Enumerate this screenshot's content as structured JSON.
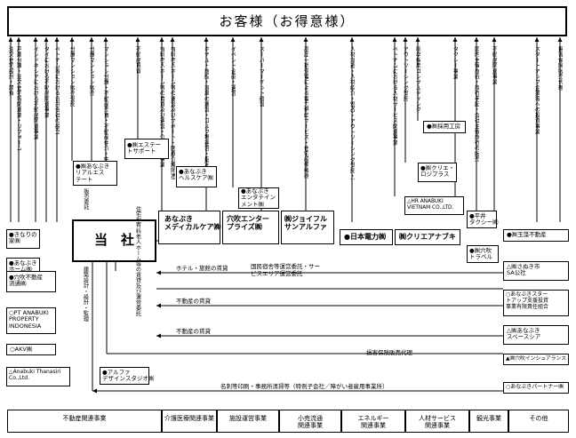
{
  "title": "お客様（お得意様）",
  "hq": "当　社",
  "companies": {
    "medical": "あなぶき\nメディカルケア㈱",
    "enter": "穴吹エンター\nプライズ㈱",
    "joyful": "㈱ジョイフル\nサンアルファ",
    "energy": "●日本電力㈱",
    "create": "㈱クリエアナブキ",
    "real": "●㈱あなぶき\nリアルエス\nテート",
    "estate": "●㈱エステー\nトサポート",
    "heal": "●あなぶき\nヘルスケア㈱",
    "ent": "●あなぶき\nエンタテイン\nメント㈱",
    "logi": "●㈱クリエ・\nロジプラス",
    "kobo": "●㈱採用工房",
    "hr": "△HR ANABUKI\nVIETNAM CO.,LTD.",
    "taxi": "●平井\nタクシー㈱",
    "travel": "●㈱穴吹\nトラベル",
    "kinari": "●きなりの\n家㈱",
    "home": "●あなぶき\nホーム㈱",
    "ryutsu": "●穴吹不動産\n流通㈱",
    "indo": "○PT ANABUKI\nPROPERTY\nINDONESIA",
    "akv": "○AKV㈱",
    "thai": "△Anabuki Thanasiri\nCo.,Ltd.",
    "alpha": "●アルファ\nデザインスタジオ㈱",
    "tamahoh": "●㈱玉藻不動産",
    "sanuki": "△㈱さぬき市\nSA公社",
    "startup": "○あなぶきスター\nトアップ支援投資\n事業有限責任組合",
    "space": "△㈱あなぶき\nスペースシア",
    "insurance": "▲㈱穴吹インシュアランス",
    "partner": "○あなぶきパートナー㈱"
  },
  "top_labels": [
    "注文住宅設計・請負",
    "戸建分譲・注文住宅等関連業・リフォーム",
    "インドネシアにおける不動産関連事業",
    "タイにおける不動産関連事業",
    "ベトナム等における合弁会社の設立",
    "分譲マンション販売受託",
    "分譲マンション販売",
    "マンション分譲・不動産売買・不動産仲介・中古マンション買取再販・有料老人ホーム等の賃貸",
    "不動産賃貸",
    "有料老人ホーム等の賃貸及び運営・介護関連事業",
    "有料老人ホーム等の運営及びサポート・医療介護関連事業所の企画運営",
    "ホテル・旅館・温泉の運営・ゴルフ場運営・指定管理者制度による施設の運営・旅館運営・スーパー・コンビニ等の運営・専門店運営事業",
    "イベント企画・運営",
    "スーパーマーケット経営",
    "高圧一括受電による電力供給サービス・住宅設備機器のリース等",
    "人材派遣・人材紹介・BPO・アウトソーシング受託・就職支援・研修・コンサルティング等",
    "ベトナムにおける人材サービス関連事業",
    "アウトソーシング受託",
    "新卒採用コンサルティング",
    "タクシー事業",
    "国内主催旅行・旅行手配・会社主催旅行の販売",
    "不動産関連事業",
    "スタートアップ企業等への投資事業",
    "損害保険販売代理"
  ],
  "mid_labels": {
    "hq_sales": "販売委託",
    "hq_rent": "住宅型有料老人ホーム等の賃貸及び運営委託",
    "hotel": "ホテル・旅館の賃貸",
    "assoc": "国民宿舎等運営委託・サービスエリア運営委託",
    "fudosan1": "不動産の賃貸",
    "fudosan2": "不動産の賃貸",
    "build": "建築設計・設計・監理",
    "insur": "損害保険販売代理",
    "card": "名刺等印刷・事務所清掃等（特例子会社／障がい者雇用事業所）",
    "upper_insur": "損害保険販売代理",
    "last": "不動産関連事業"
  },
  "footer": [
    "不動産関連事業",
    "介護医療関連事業",
    "施設運営事業",
    "小売流通\n関連事業",
    "エネルギー\n関連事業",
    "人材サービス\n関連事業",
    "観光事業",
    "その他"
  ]
}
